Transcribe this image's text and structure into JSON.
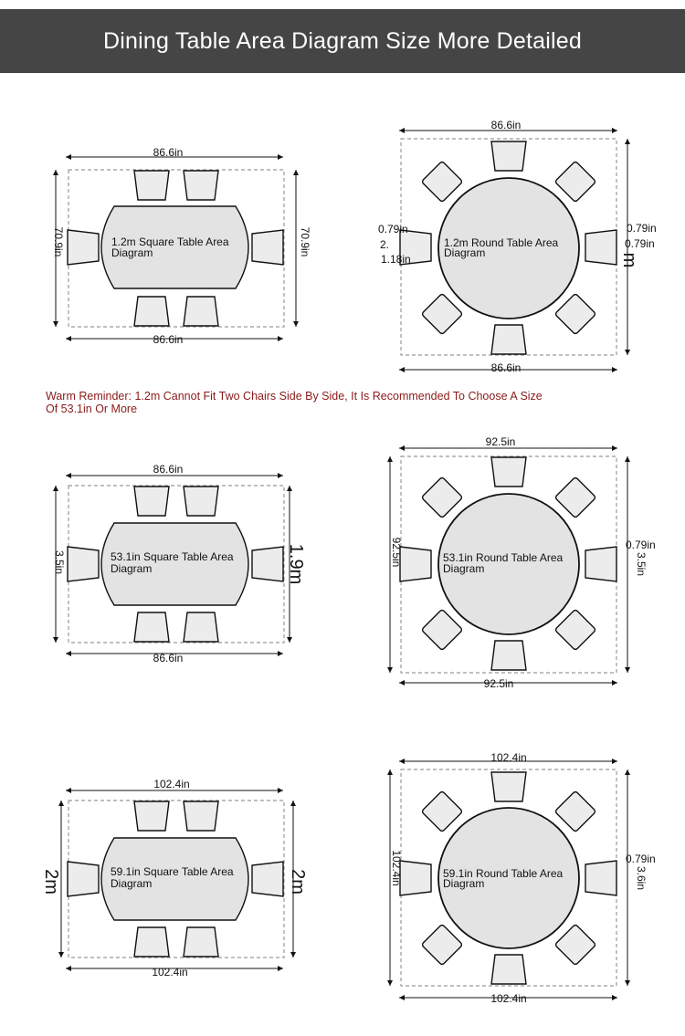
{
  "header": {
    "title": "Dining Table Area Diagram Size More Detailed"
  },
  "reminder": "Warm Reminder: 1.2m Cannot Fit Two Chairs Side By Side, It Is Recommended To Choose A Size Of 53.1in Or More",
  "colors": {
    "banner": "#454545",
    "reminder": "#8b1a1a",
    "table_fill": "#e3e3e3",
    "chair_fill": "#ececec",
    "line": "#111111"
  },
  "diagrams": {
    "sq1": {
      "label1": "1.2m Square Table Area",
      "label2": "Diagram",
      "top": "86.6in",
      "bottom": "86.6in",
      "left": "70.9in",
      "right": "70.9in"
    },
    "rd1": {
      "label1": "1.2m Round Table Area",
      "label2": "Diagram",
      "top": "86.6in",
      "bottom": "86.6in",
      "left_a": "0.79in",
      "left_b": "2.",
      "left_c": "1.18in",
      "right_a": "0.79in",
      "right_b": "0.79in",
      "right_c": "m"
    },
    "sq2": {
      "label1": "53.1in Square Table Area",
      "label2": "Diagram",
      "top": "86.6in",
      "bottom": "86.6in",
      "left": "3.5in",
      "right": "1.9m"
    },
    "rd2": {
      "label1": "53.1in Round Table Area",
      "label2": "Diagram",
      "top": "92.5in",
      "bottom": "92.5in",
      "left": "92.5in",
      "right_a": "0.79in",
      "right_b": "3.5in"
    },
    "sq3": {
      "label1": "59.1in Square Table Area",
      "label2": "Diagram",
      "top": "102.4in",
      "bottom": "102.4in",
      "left": "2m",
      "right": "2m"
    },
    "rd3": {
      "label1": "59.1in Round Table Area",
      "label2": "Diagram",
      "top": "102.4in",
      "bottom": "102.4in",
      "left": "102.4in",
      "right_a": "0.79in",
      "right_b": "3.6in"
    }
  }
}
